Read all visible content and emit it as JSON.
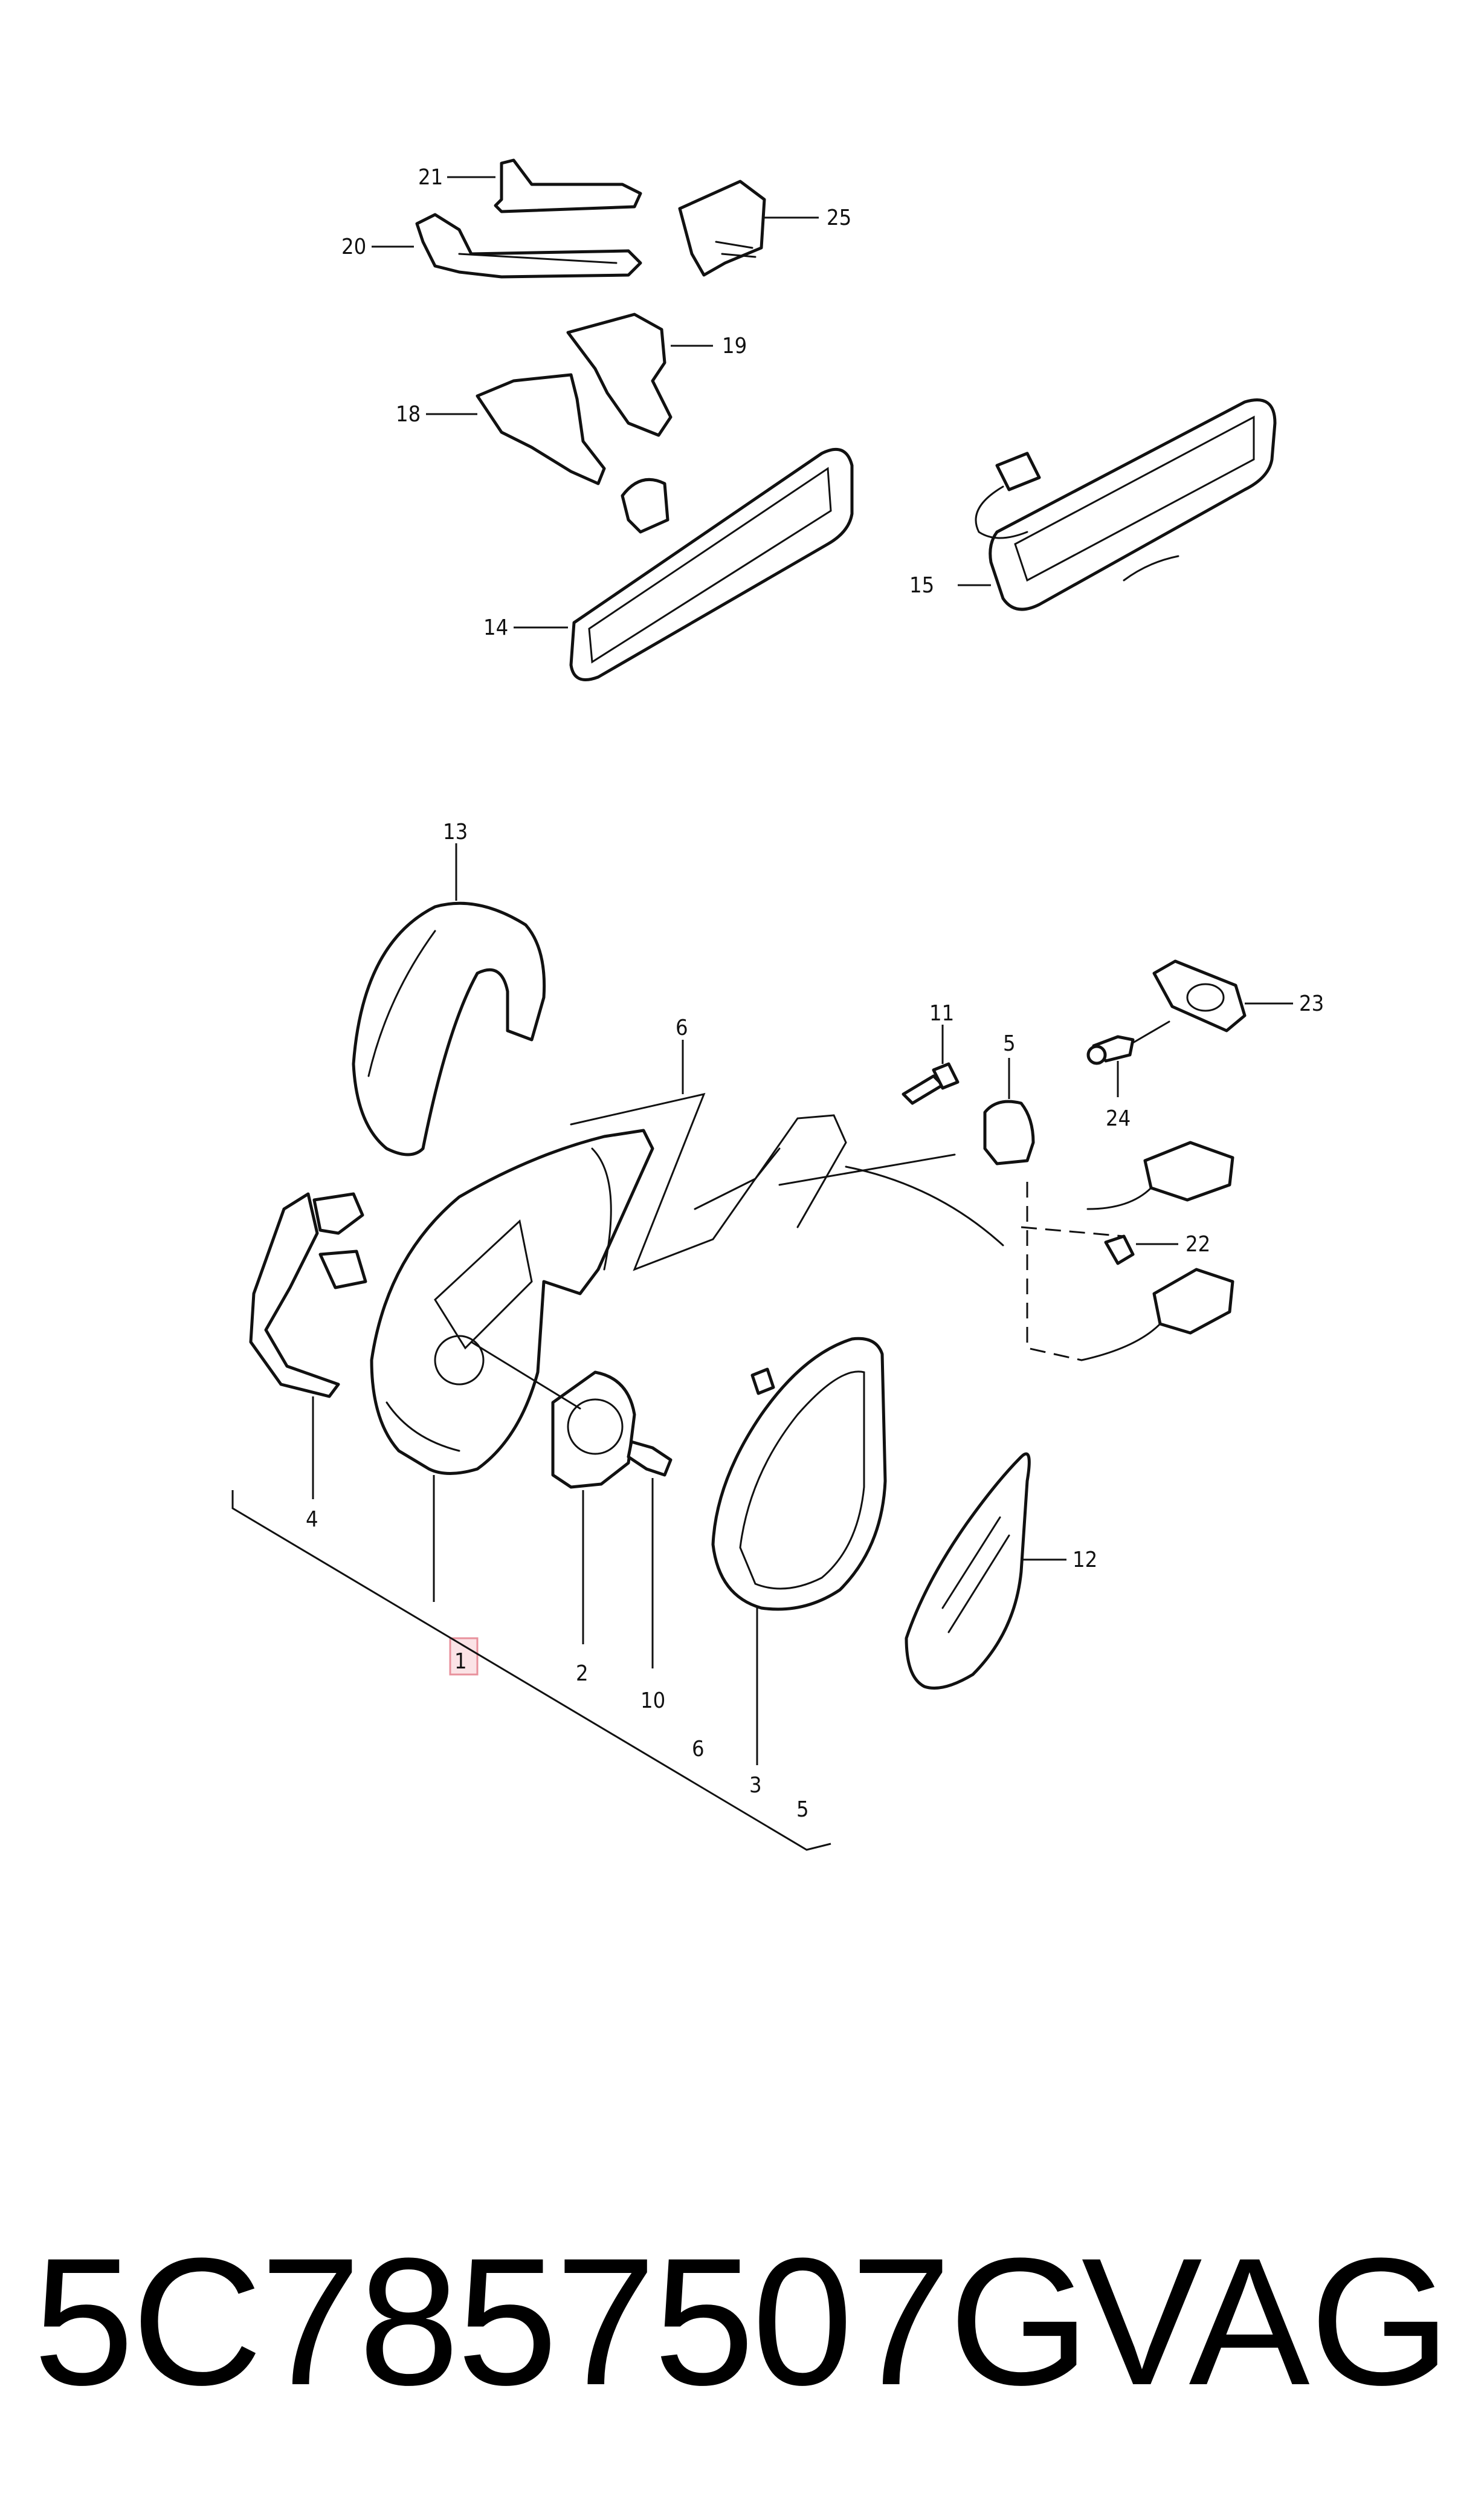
{
  "callouts": {
    "c1": "1",
    "c2": "2",
    "c3": "3",
    "c4": "4",
    "c5": "5",
    "c6": "6",
    "c10": "10",
    "c11": "11",
    "c12": "12",
    "c13": "13",
    "c14": "14",
    "c15": "15",
    "c18": "18",
    "c19": "19",
    "c20": "20",
    "c21": "21",
    "c22": "22",
    "c23": "23",
    "c24": "24",
    "c25": "25",
    "base6": "6",
    "base5": "5"
  },
  "footer": {
    "part_number": "5C7857507G",
    "brand": "VAG"
  },
  "colors": {
    "highlight_fill": "#fbe3e6",
    "highlight_stroke": "#e8919c",
    "line": "#111111"
  }
}
